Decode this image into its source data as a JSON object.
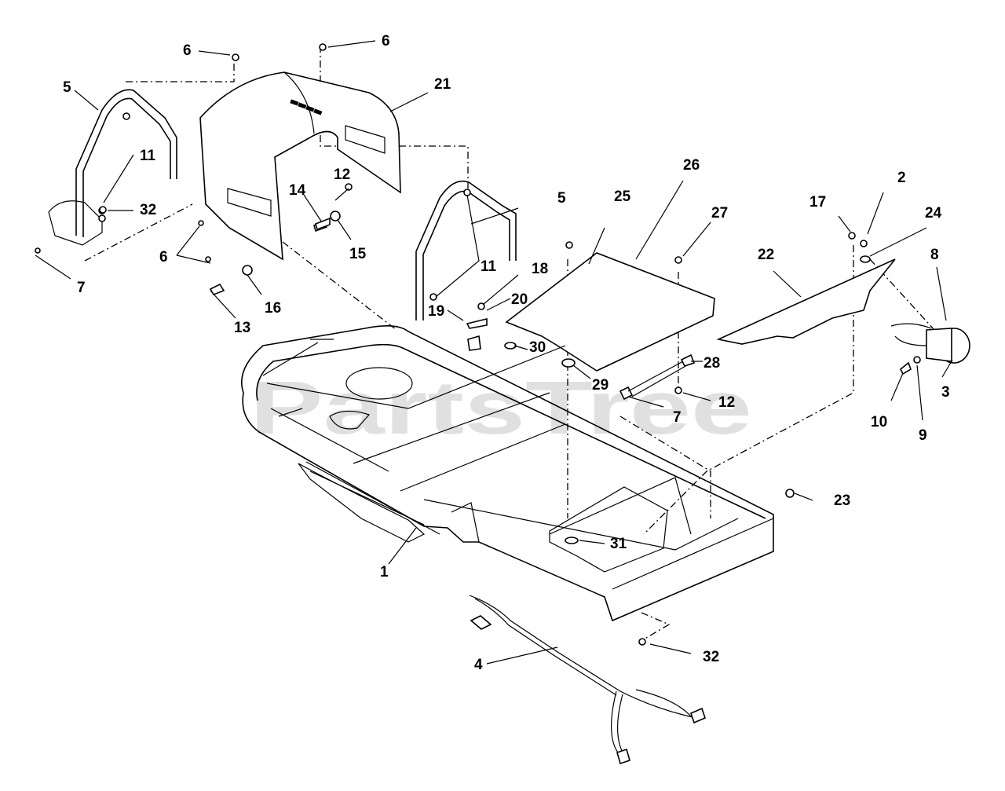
{
  "watermark": "PartsTree",
  "callouts": [
    {
      "id": "c1",
      "label": "1"
    },
    {
      "id": "c2",
      "label": "2"
    },
    {
      "id": "c3",
      "label": "3"
    },
    {
      "id": "c4",
      "label": "4"
    },
    {
      "id": "c5a",
      "label": "5"
    },
    {
      "id": "c5b",
      "label": "5"
    },
    {
      "id": "c6a",
      "label": "6"
    },
    {
      "id": "c6b",
      "label": "6"
    },
    {
      "id": "c6c",
      "label": "6"
    },
    {
      "id": "c7a",
      "label": "7"
    },
    {
      "id": "c7b",
      "label": "7"
    },
    {
      "id": "c8",
      "label": "8"
    },
    {
      "id": "c9",
      "label": "9"
    },
    {
      "id": "c10",
      "label": "10"
    },
    {
      "id": "c11a",
      "label": "11"
    },
    {
      "id": "c11b",
      "label": "11"
    },
    {
      "id": "c12a",
      "label": "12"
    },
    {
      "id": "c12b",
      "label": "12"
    },
    {
      "id": "c13",
      "label": "13"
    },
    {
      "id": "c14",
      "label": "14"
    },
    {
      "id": "c15",
      "label": "15"
    },
    {
      "id": "c16",
      "label": "16"
    },
    {
      "id": "c17",
      "label": "17"
    },
    {
      "id": "c18",
      "label": "18"
    },
    {
      "id": "c19",
      "label": "19"
    },
    {
      "id": "c20",
      "label": "20"
    },
    {
      "id": "c21",
      "label": "21"
    },
    {
      "id": "c22",
      "label": "22"
    },
    {
      "id": "c23",
      "label": "23"
    },
    {
      "id": "c24",
      "label": "24"
    },
    {
      "id": "c25",
      "label": "25"
    },
    {
      "id": "c26",
      "label": "26"
    },
    {
      "id": "c27",
      "label": "27"
    },
    {
      "id": "c28",
      "label": "28"
    },
    {
      "id": "c29",
      "label": "29"
    },
    {
      "id": "c30",
      "label": "30"
    },
    {
      "id": "c31",
      "label": "31"
    },
    {
      "id": "c32a",
      "label": "32"
    },
    {
      "id": "c32b",
      "label": "32"
    }
  ]
}
